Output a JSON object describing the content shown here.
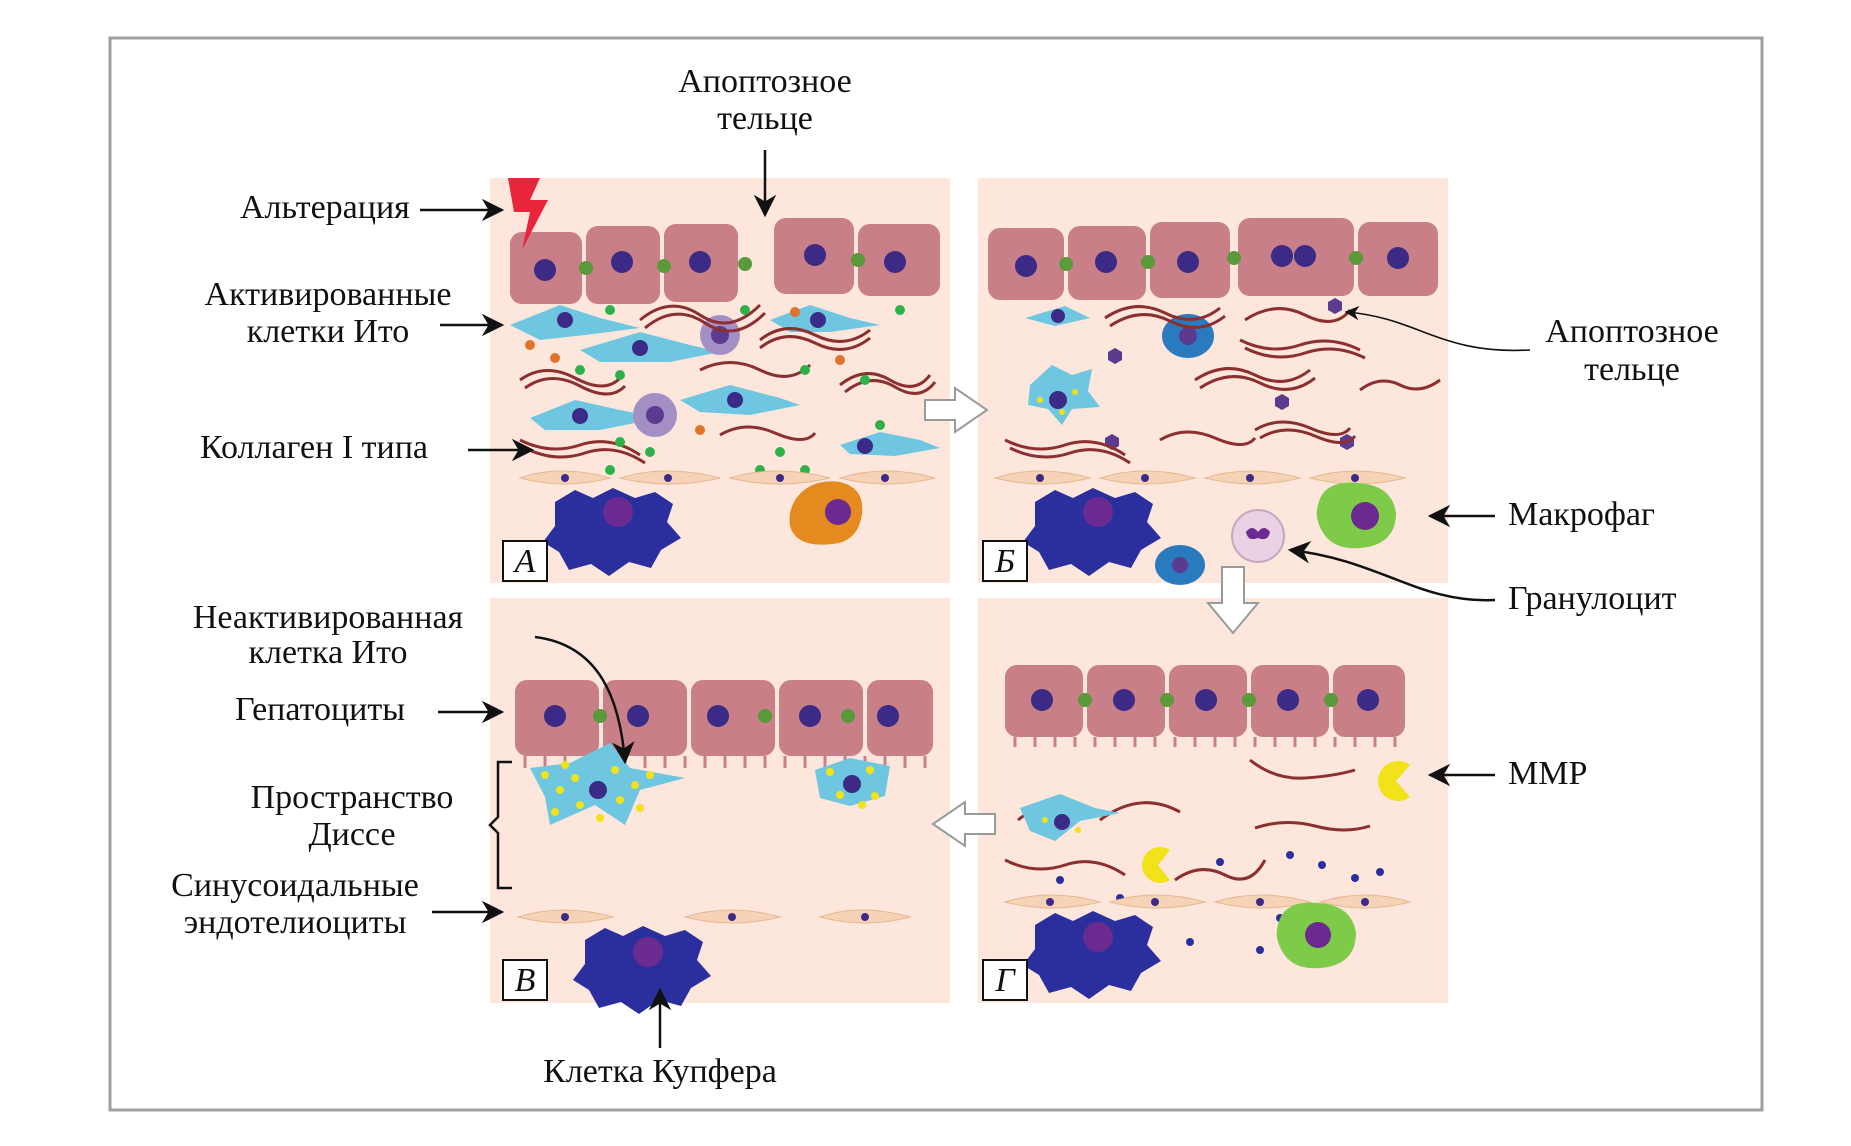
{
  "labels": {
    "apoptotic_body_top_1": "Апоптозное",
    "apoptotic_body_top_2": "тельце",
    "alteration": "Альтерация",
    "activated_ito_1": "Активированные",
    "activated_ito_2": "клетки Ито",
    "collagen": "Коллаген I типа",
    "apoptotic_body_right_1": "Апоптозное",
    "apoptotic_body_right_2": "тельце",
    "macrophage": "Макрофаг",
    "granulocyte": "Гранулоцит",
    "nonactivated_ito_1": "Неактивированная",
    "nonactivated_ito_2": "клетка Ито",
    "hepatocytes": "Гепатоциты",
    "disse_1": "Пространство",
    "disse_2": "Диссе",
    "endothelial_1": "Синусоидальные",
    "endothelial_2": "эндотелиоциты",
    "mmp": "ММР",
    "kupffer": "Клетка Купфера"
  },
  "panels": {
    "a": "А",
    "b": "Б",
    "v": "В",
    "g": "Г"
  },
  "colors": {
    "panel_bg": "#fde6dc",
    "hepatocyte": "#c97f87",
    "nucleus": "#3b2a86",
    "ito_activated": "#6ec6e0",
    "collagen": "#8b2f2f",
    "kupffer": "#2b2f9e",
    "macrophage": "#7ecb4a",
    "mmp": "#f1e21a",
    "border": "#a0a0a0"
  }
}
